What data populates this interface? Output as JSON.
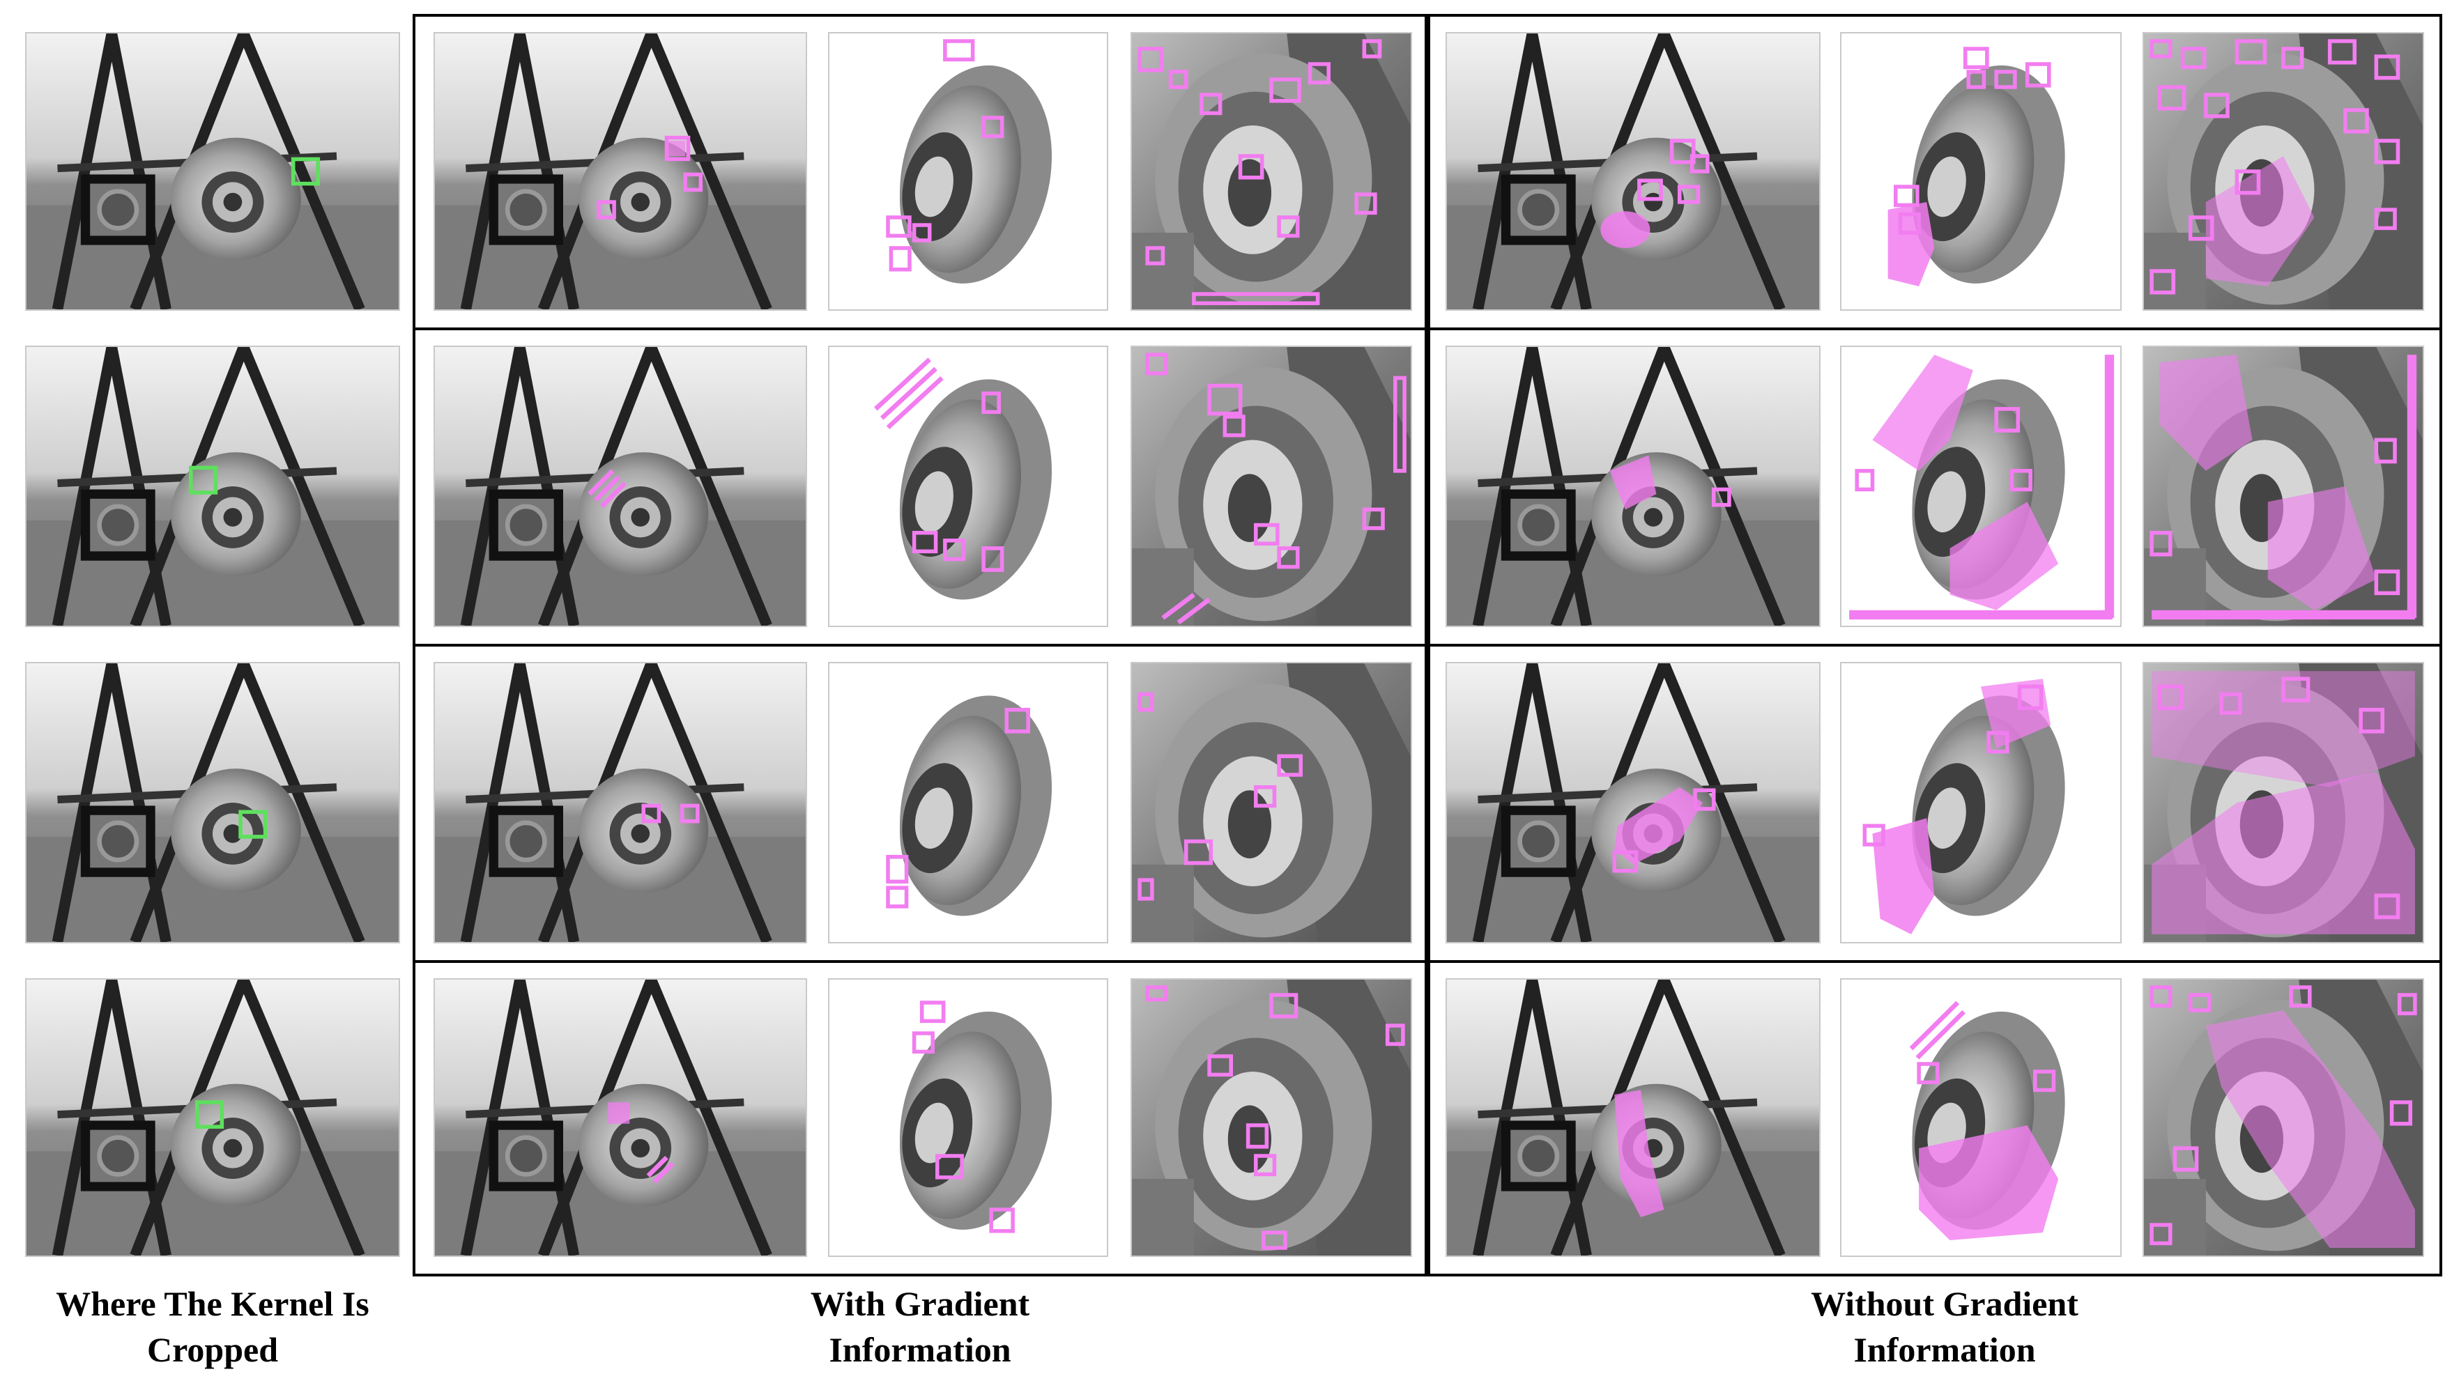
{
  "captions": {
    "left": [
      "Where The Kernel Is",
      "Cropped"
    ],
    "middle": [
      "With Gradient",
      "Information"
    ],
    "right": [
      "Without Gradient",
      "Information"
    ]
  },
  "colors": {
    "markers": "#f27df0",
    "kernel_box": "#5ee05e",
    "frame": "#000000"
  },
  "rows": [
    {
      "marker_density": {
        "with_gradient": "sparse",
        "without_gradient": "dense"
      }
    },
    {
      "marker_density": {
        "with_gradient": "sparse",
        "without_gradient": "dense"
      }
    },
    {
      "marker_density": {
        "with_gradient": "sparse",
        "without_gradient": "dense"
      }
    },
    {
      "marker_density": {
        "with_gradient": "sparse",
        "without_gradient": "dense"
      }
    }
  ]
}
